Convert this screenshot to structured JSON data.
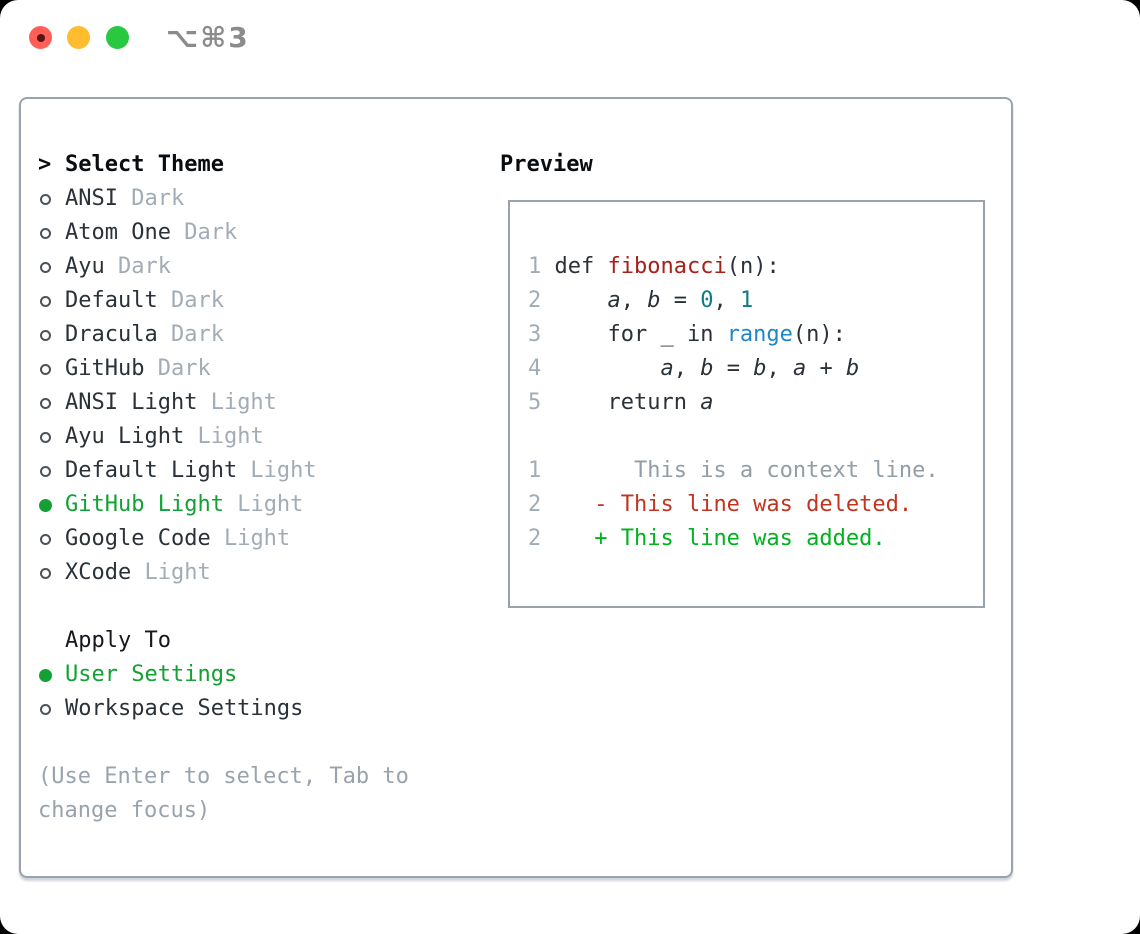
{
  "titlebar": {
    "hotkey": "⌥⌘3",
    "traffic_lights": [
      "close-icon",
      "minimize-icon",
      "zoom-icon"
    ]
  },
  "theme_picker": {
    "prompt": ">",
    "header": "Select Theme",
    "items": [
      {
        "label": "ANSI",
        "variant": "Dark",
        "selected": false
      },
      {
        "label": "Atom One",
        "variant": "Dark",
        "selected": false
      },
      {
        "label": "Ayu",
        "variant": "Dark",
        "selected": false
      },
      {
        "label": "Default",
        "variant": "Dark",
        "selected": false
      },
      {
        "label": "Dracula",
        "variant": "Dark",
        "selected": false
      },
      {
        "label": "GitHub",
        "variant": "Dark",
        "selected": false
      },
      {
        "label": "ANSI Light",
        "variant": "Light",
        "selected": false
      },
      {
        "label": "Ayu Light",
        "variant": "Light",
        "selected": false
      },
      {
        "label": "Default Light",
        "variant": "Light",
        "selected": false
      },
      {
        "label": "GitHub Light",
        "variant": "Light",
        "selected": true
      },
      {
        "label": "Google Code",
        "variant": "Light",
        "selected": false
      },
      {
        "label": "XCode",
        "variant": "Light",
        "selected": false
      }
    ],
    "apply_header": "Apply To",
    "apply_options": [
      {
        "label": "User Settings",
        "selected": true
      },
      {
        "label": "Workspace Settings",
        "selected": false
      }
    ],
    "hint": "(Use Enter to select, Tab to\nchange focus)"
  },
  "preview": {
    "header": "Preview",
    "lines": [
      [
        {
          "t": "1",
          "c": "ln"
        },
        {
          "t": " def ",
          "c": "pl"
        },
        {
          "t": "fibonacci",
          "c": "fn"
        },
        {
          "t": "(n):",
          "c": "pl"
        }
      ],
      [
        {
          "t": "2",
          "c": "ln"
        },
        {
          "t": "     ",
          "c": "pl"
        },
        {
          "t": "a",
          "c": "var"
        },
        {
          "t": ", ",
          "c": "pl"
        },
        {
          "t": "b",
          "c": "var"
        },
        {
          "t": " = ",
          "c": "pl"
        },
        {
          "t": "0",
          "c": "num"
        },
        {
          "t": ", ",
          "c": "pl"
        },
        {
          "t": "1",
          "c": "num"
        }
      ],
      [
        {
          "t": "3",
          "c": "ln"
        },
        {
          "t": "     for _ in ",
          "c": "pl"
        },
        {
          "t": "range",
          "c": "bi"
        },
        {
          "t": "(n):",
          "c": "pl"
        }
      ],
      [
        {
          "t": "4",
          "c": "ln"
        },
        {
          "t": "         ",
          "c": "pl"
        },
        {
          "t": "a",
          "c": "var"
        },
        {
          "t": ", ",
          "c": "pl"
        },
        {
          "t": "b",
          "c": "var"
        },
        {
          "t": " = ",
          "c": "pl"
        },
        {
          "t": "b",
          "c": "var"
        },
        {
          "t": ", ",
          "c": "pl"
        },
        {
          "t": "a",
          "c": "var"
        },
        {
          "t": " + ",
          "c": "pl"
        },
        {
          "t": "b",
          "c": "var"
        }
      ],
      [
        {
          "t": "5",
          "c": "ln"
        },
        {
          "t": "     return ",
          "c": "pl"
        },
        {
          "t": "a",
          "c": "var"
        }
      ],
      [],
      [
        {
          "t": "1",
          "c": "ln"
        },
        {
          "t": "       This is a context line.",
          "c": "ctx"
        }
      ],
      [
        {
          "t": "2",
          "c": "ln"
        },
        {
          "t": "    ",
          "c": "pl"
        },
        {
          "t": "- This line was deleted.",
          "c": "del"
        }
      ],
      [
        {
          "t": "2",
          "c": "ln"
        },
        {
          "t": "    ",
          "c": "pl"
        },
        {
          "t": "+ This line was added.",
          "c": "add"
        }
      ]
    ]
  },
  "colors": {
    "selected_green": "#13a135",
    "added_green": "#00b21e",
    "deleted_red": "#c23420",
    "function_red": "#a6211a",
    "number_teal": "#0e7b85",
    "builtin_blue": "#1c87c8",
    "muted_gray": "#a2acb6",
    "border_gray": "#9aa3ad",
    "traffic_red": "#ff5f57",
    "traffic_yellow": "#febc2e",
    "traffic_green": "#28c840"
  }
}
